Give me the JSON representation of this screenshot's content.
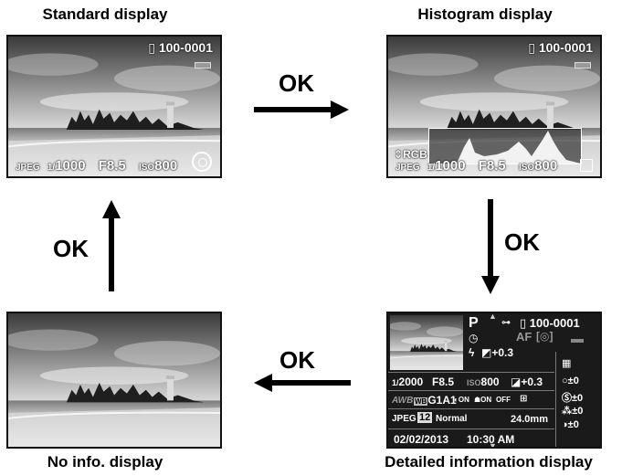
{
  "titles": {
    "standard": "Standard display",
    "histogram": "Histogram display",
    "noinfo": "No info. display",
    "detailed": "Detailed information display"
  },
  "arrows": {
    "right": "OK",
    "down": "OK",
    "left": "OK",
    "up": "OK"
  },
  "standard": {
    "file_no": "100-0001",
    "format": "JPEG",
    "shutter_num": "1/",
    "shutter": "1000",
    "aperture": "F8.5",
    "iso_label": "ISO",
    "iso": "800"
  },
  "histogram": {
    "file_no": "100-0001",
    "rgb": "RGB",
    "format": "JPEG",
    "shutter_num": "1/",
    "shutter": "1000",
    "aperture": "F8.5",
    "iso_label": "ISO",
    "iso": "800"
  },
  "detailed": {
    "mode": "P",
    "file_no": "100-0001",
    "af": "AF",
    "flash_comp": "+0.3",
    "shutter_num": "1/",
    "shutter": "2000",
    "aperture": "F8.5",
    "iso_label": "ISO",
    "iso": "800",
    "ev_comp": "+0.3",
    "wb": "AWB",
    "wb_fine": "G1A1",
    "d_range_on": "ON",
    "shadow_on": "ON",
    "off_label": "OFF",
    "format": "JPEG",
    "megapixels": "12",
    "quality": "Normal",
    "focal_length": "24.0mm",
    "date": "02/02/2013",
    "time": "10:30 AM",
    "adj_contrast": "±0",
    "adj_saturation": "±0",
    "adj_hue": "±0",
    "adj_key": "±0"
  },
  "colors": {
    "sky_top": "#2d2d2d",
    "sky_bottom": "#e6e6e6",
    "sea": "#8a8a8a",
    "sand": "#d8d8d8",
    "trees": "#1f1f1f",
    "arrow": "#000000"
  }
}
